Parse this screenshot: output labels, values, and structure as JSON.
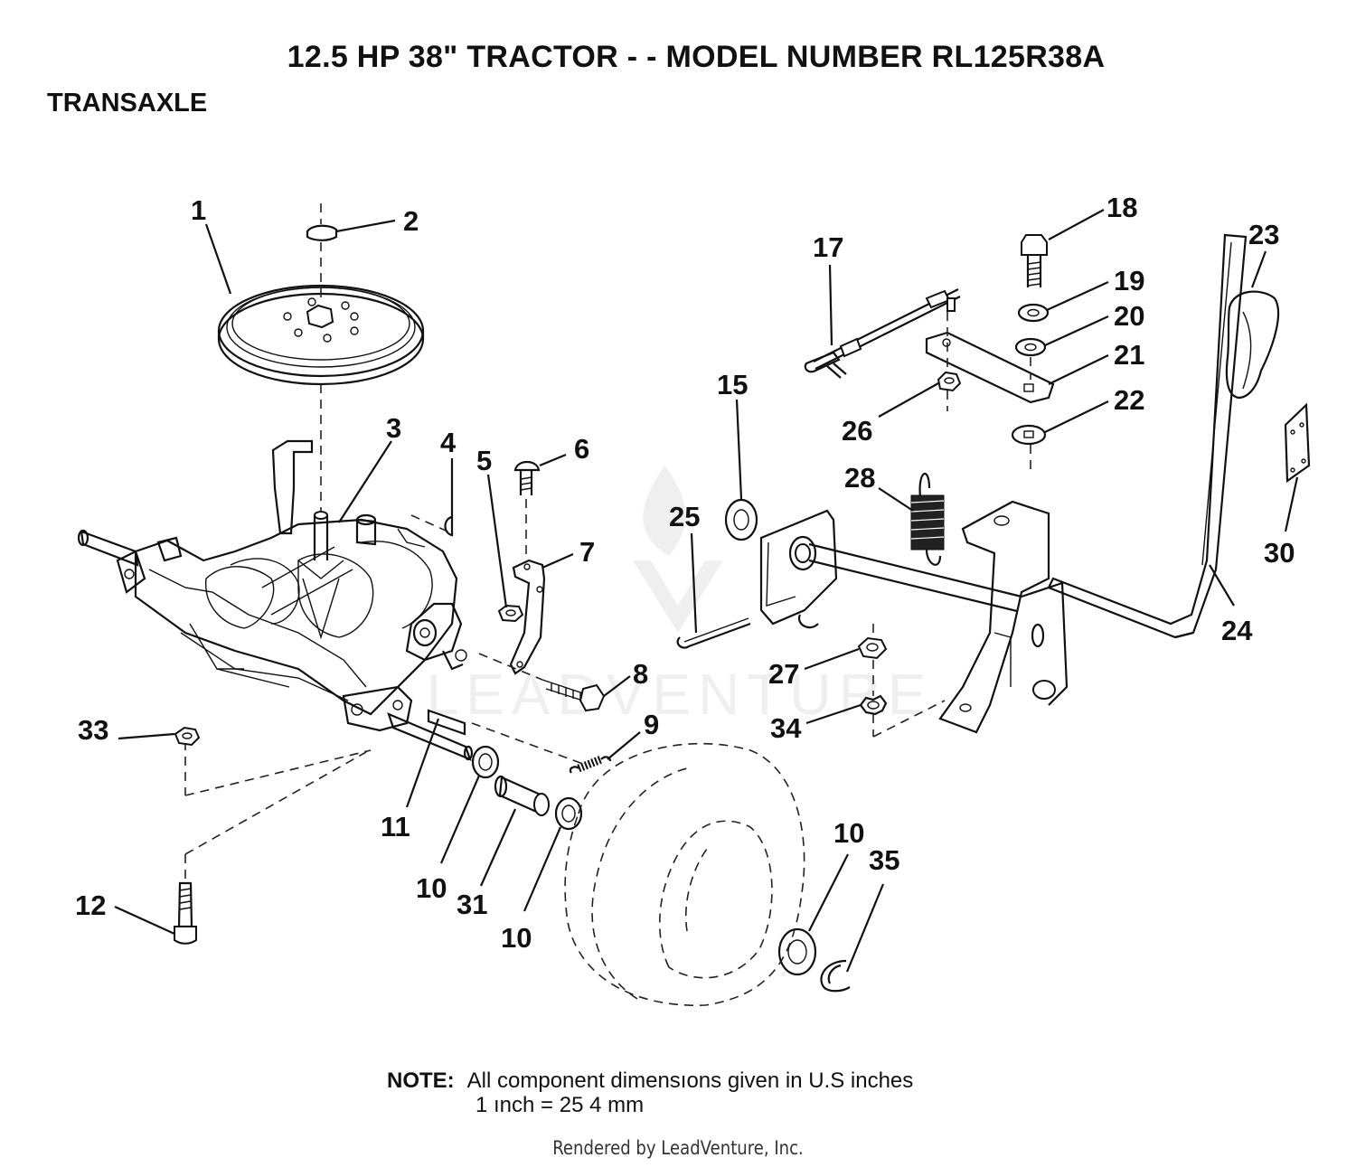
{
  "header": {
    "title": "12.5 HP 38\" TRACTOR - - MODEL NUMBER RL125R38A",
    "section": "TRANSAXLE"
  },
  "callouts": [
    {
      "id": "c1",
      "label": "1"
    },
    {
      "id": "c2",
      "label": "2"
    },
    {
      "id": "c3",
      "label": "3"
    },
    {
      "id": "c4",
      "label": "4"
    },
    {
      "id": "c5",
      "label": "5"
    },
    {
      "id": "c6",
      "label": "6"
    },
    {
      "id": "c7",
      "label": "7"
    },
    {
      "id": "c8",
      "label": "8"
    },
    {
      "id": "c9",
      "label": "9"
    },
    {
      "id": "c10a",
      "label": "10"
    },
    {
      "id": "c10b",
      "label": "10"
    },
    {
      "id": "c10c",
      "label": "10"
    },
    {
      "id": "c11",
      "label": "11"
    },
    {
      "id": "c12",
      "label": "12"
    },
    {
      "id": "c15",
      "label": "15"
    },
    {
      "id": "c17",
      "label": "17"
    },
    {
      "id": "c18",
      "label": "18"
    },
    {
      "id": "c19",
      "label": "19"
    },
    {
      "id": "c20",
      "label": "20"
    },
    {
      "id": "c21",
      "label": "21"
    },
    {
      "id": "c22",
      "label": "22"
    },
    {
      "id": "c23",
      "label": "23"
    },
    {
      "id": "c24",
      "label": "24"
    },
    {
      "id": "c25",
      "label": "25"
    },
    {
      "id": "c26",
      "label": "26"
    },
    {
      "id": "c27",
      "label": "27"
    },
    {
      "id": "c28",
      "label": "28"
    },
    {
      "id": "c30",
      "label": "30"
    },
    {
      "id": "c31",
      "label": "31"
    },
    {
      "id": "c33",
      "label": "33"
    },
    {
      "id": "c34",
      "label": "34"
    },
    {
      "id": "c35",
      "label": "35"
    }
  ],
  "note": {
    "label": "NOTE:",
    "line1": "All component dimensıons given in U.S  inches",
    "line2": "1 ınch = 25 4 mm"
  },
  "watermark": {
    "text": "LEADVENTURE"
  },
  "footer": {
    "rendered_by": "Rendered by LeadVenture, Inc."
  }
}
